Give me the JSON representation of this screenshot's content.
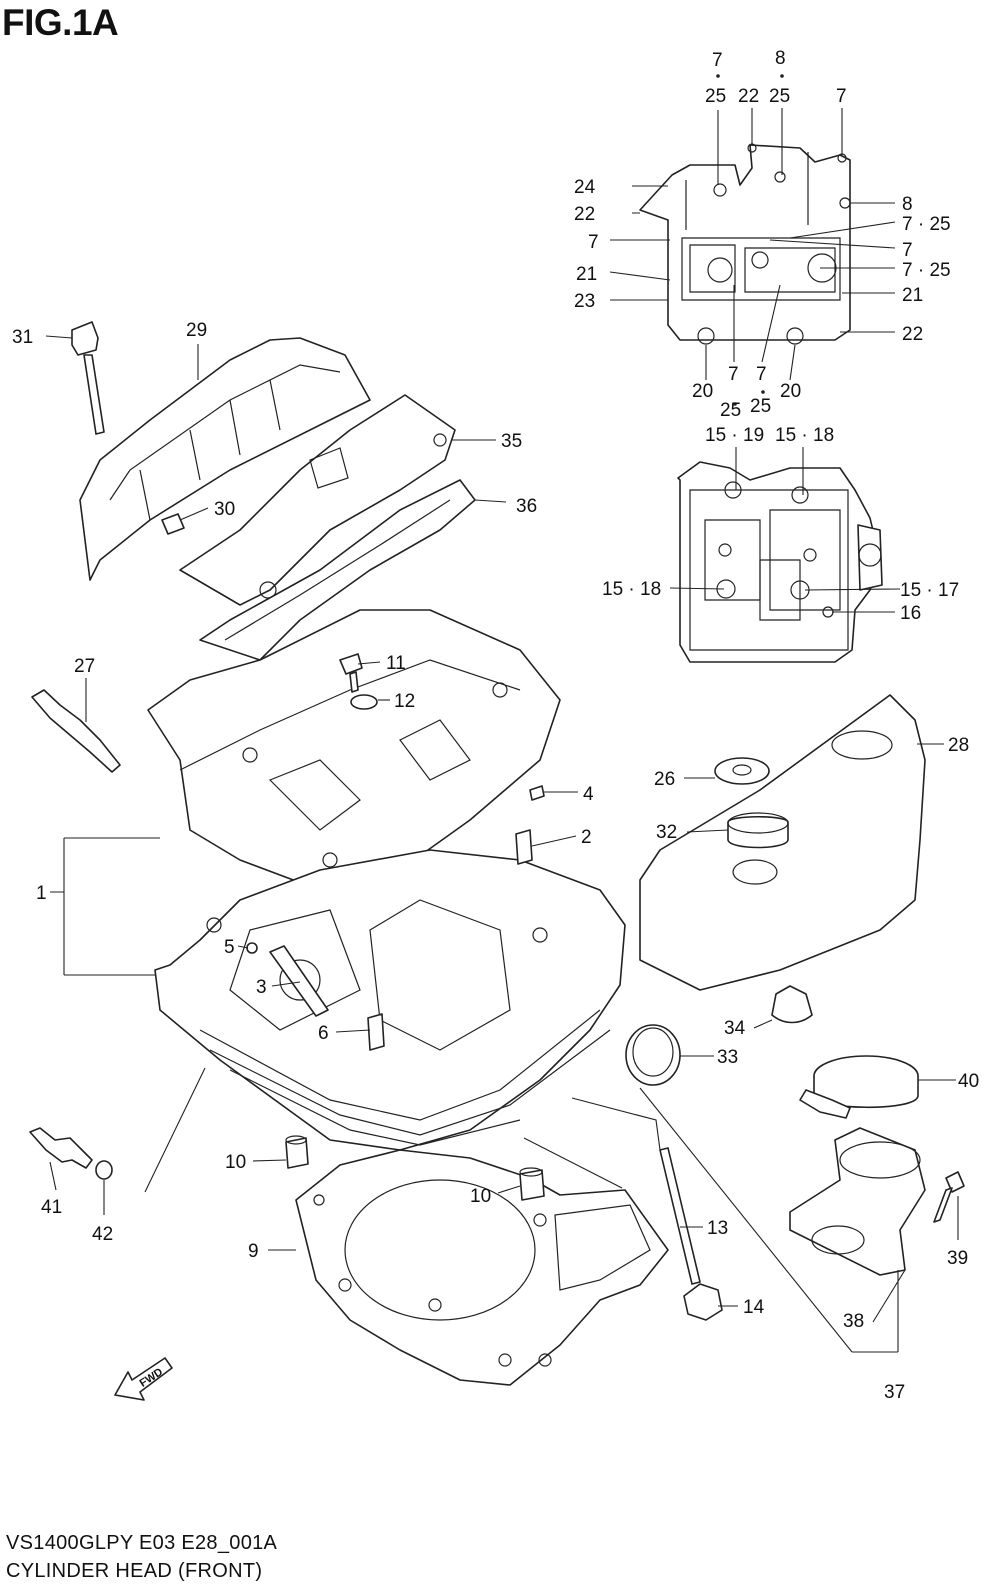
{
  "figure": {
    "title": "FIG.1A",
    "model_code": "VS1400GLPY E03 E28_001A",
    "assembly_name": "CYLINDER HEAD (FRONT)"
  },
  "fwd_marker": "FWD",
  "labels": {
    "l31": "31",
    "l29": "29",
    "l30": "30",
    "l35": "35",
    "l36": "36",
    "l27": "27",
    "l11": "11",
    "l12": "12",
    "l4": "4",
    "l2": "2",
    "l1": "1",
    "l5": "5",
    "l3": "3",
    "l6": "6",
    "l41": "41",
    "l42": "42",
    "l10a": "10",
    "l10b": "10",
    "l9": "9",
    "l13": "13",
    "l14": "14",
    "l28": "28",
    "l26": "26",
    "l32": "32",
    "l34": "34",
    "l33": "33",
    "l40": "40",
    "l39": "39",
    "l38": "38",
    "l37": "37",
    "c7a": "7",
    "c8a": "8",
    "c25a": "25",
    "c22a": "22",
    "c25b": "25",
    "c7b": "7",
    "c24": "24",
    "c8b": "8",
    "c22b": "22",
    "c7_25a": "7 · 25",
    "c7c": "7",
    "c7d": "7",
    "c21a": "21",
    "c7_25b": "7 · 25",
    "c23": "23",
    "c21b": "21",
    "c22c": "22",
    "c7e": "7",
    "c7f": "7",
    "c20a": "20",
    "c20b": "20",
    "c25c": "25",
    "c25d": "25",
    "h15_19": "15 · 19",
    "h15_18a": "15 · 18",
    "h15_18b": "15 · 18",
    "h15_17": "15 · 17",
    "h16": "16"
  }
}
